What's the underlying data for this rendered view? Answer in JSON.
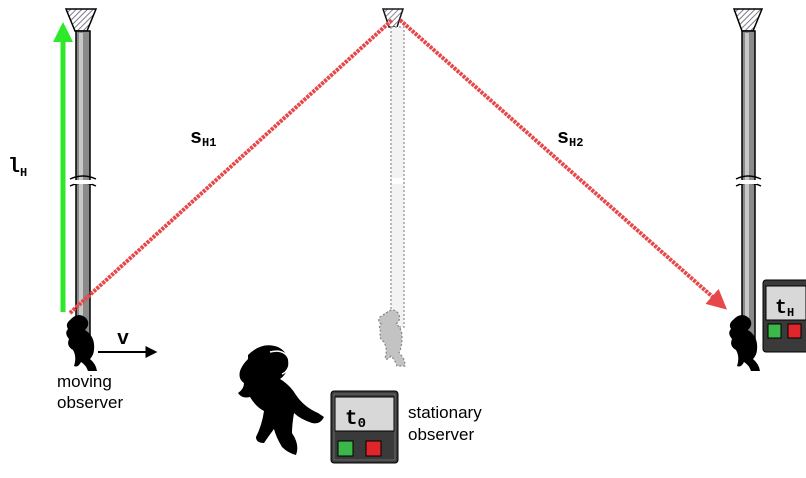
{
  "labels": {
    "l": "l",
    "l_sub": "H",
    "s1": "s",
    "s1_sub": "H1",
    "s2": "s",
    "s2_sub": "H2",
    "v": "v",
    "t0": "t",
    "t0_sub": "0",
    "tH": "t",
    "tH_sub": "H"
  },
  "captions": {
    "moving_line1": "moving",
    "moving_line2": "observer",
    "stationary_line1": "stationary",
    "stationary_line2": "observer"
  },
  "colors": {
    "light_path": "#e8474a",
    "height_arrow": "#2ee82a",
    "pole": "#8a8a8a",
    "ghost_pole": "#bdbdbd",
    "clock_body": "#3a3a3a",
    "clock_screen": "#d8d8d8",
    "button_green": "#3bb84a",
    "button_red": "#e0262a",
    "mirror": "#9a9aa8"
  },
  "icons": {
    "observer": "person-silhouette-icon",
    "clock": "stopwatch-icon",
    "mirror": "mirror-icon",
    "pole": "pole-icon"
  }
}
